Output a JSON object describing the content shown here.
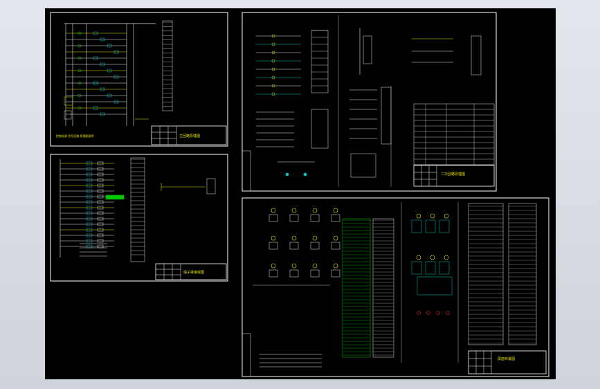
{
  "app": {
    "view": "cad-model-space"
  },
  "colors": {
    "background": "#000000",
    "frame": "#ffffff",
    "line_yellow": "#e6e600",
    "line_green": "#00c800",
    "line_cyan": "#00c8c8",
    "line_red": "#e02020",
    "line_white": "#e8e8e8"
  },
  "sheets": [
    {
      "id": "sheet-1",
      "title_block": "主回路原理图",
      "caption": "控制电源  信号回路  原理图说明"
    },
    {
      "id": "sheet-2",
      "title_block": "端子排接线图"
    },
    {
      "id": "sheet-3",
      "title_block": "二次回路原理图"
    },
    {
      "id": "sheet-4",
      "title_block": "屏面布置图"
    }
  ]
}
